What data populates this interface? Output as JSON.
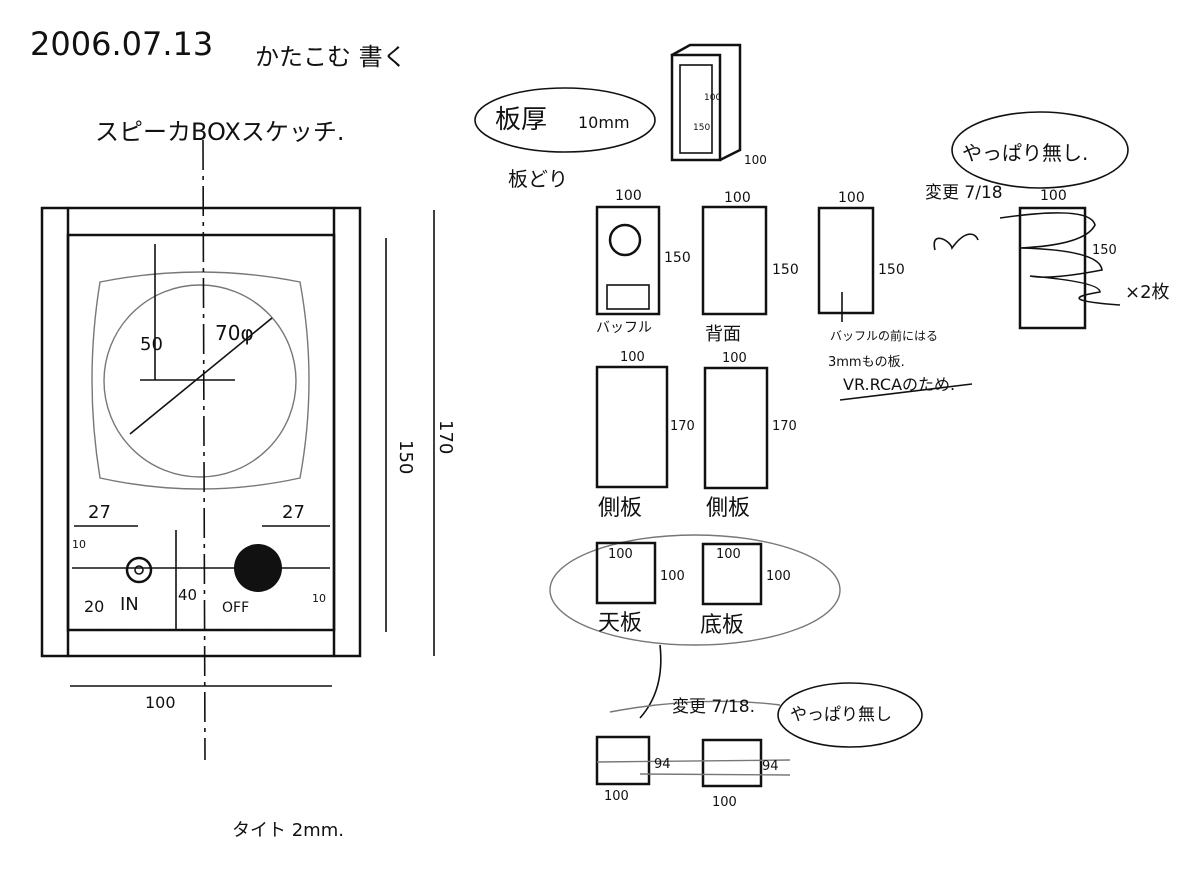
{
  "header": {
    "date": "2006.07.13",
    "author_note": "かたこむ 書く",
    "title": "スピーカBOXスケッチ."
  },
  "front_view": {
    "dim_diameter": "70φ",
    "dim_50": "50",
    "dim_27_left": "27",
    "dim_27_right": "27",
    "dim_10_left": "10",
    "dim_10_right": "10",
    "dim_20": "20",
    "dim_40": "40",
    "label_in": "IN",
    "label_off": "OFF",
    "dim_150": "150",
    "dim_170": "170",
    "dim_width": "100",
    "footnote": "タイト 2mm."
  },
  "assembled": {
    "label_100_w": "100",
    "label_150": "150",
    "label_100_d": "100"
  },
  "thickness": {
    "label": "板厚",
    "value": "10mm"
  },
  "cutting": {
    "title": "板どり",
    "panels": [
      {
        "name": "バッフル",
        "width": "100",
        "height": "150"
      },
      {
        "name": "背面",
        "width": "100",
        "height": "150"
      },
      {
        "name": "",
        "width": "100",
        "height": "150"
      },
      {
        "name": "側板",
        "width": "100",
        "height": "170"
      },
      {
        "name": "側板",
        "width": "100",
        "height": "170"
      },
      {
        "name": "天板",
        "width": "100",
        "height": "100"
      },
      {
        "name": "底板",
        "width": "100",
        "height": "100"
      }
    ],
    "note_lines": [
      "バッフルの前にはる",
      "3mmもの板.",
      "VR.RCAのため."
    ],
    "extra_panel": {
      "width": "100",
      "height": "150",
      "count": "×2枚"
    },
    "change1": "変更 7/18",
    "bubble1": "やっぱり無し.",
    "change2": "変更 7/18.",
    "bubble2": "やっぱり無し",
    "revised": [
      {
        "width": "100",
        "height": "94"
      },
      {
        "width": "100",
        "height": "94"
      }
    ]
  }
}
